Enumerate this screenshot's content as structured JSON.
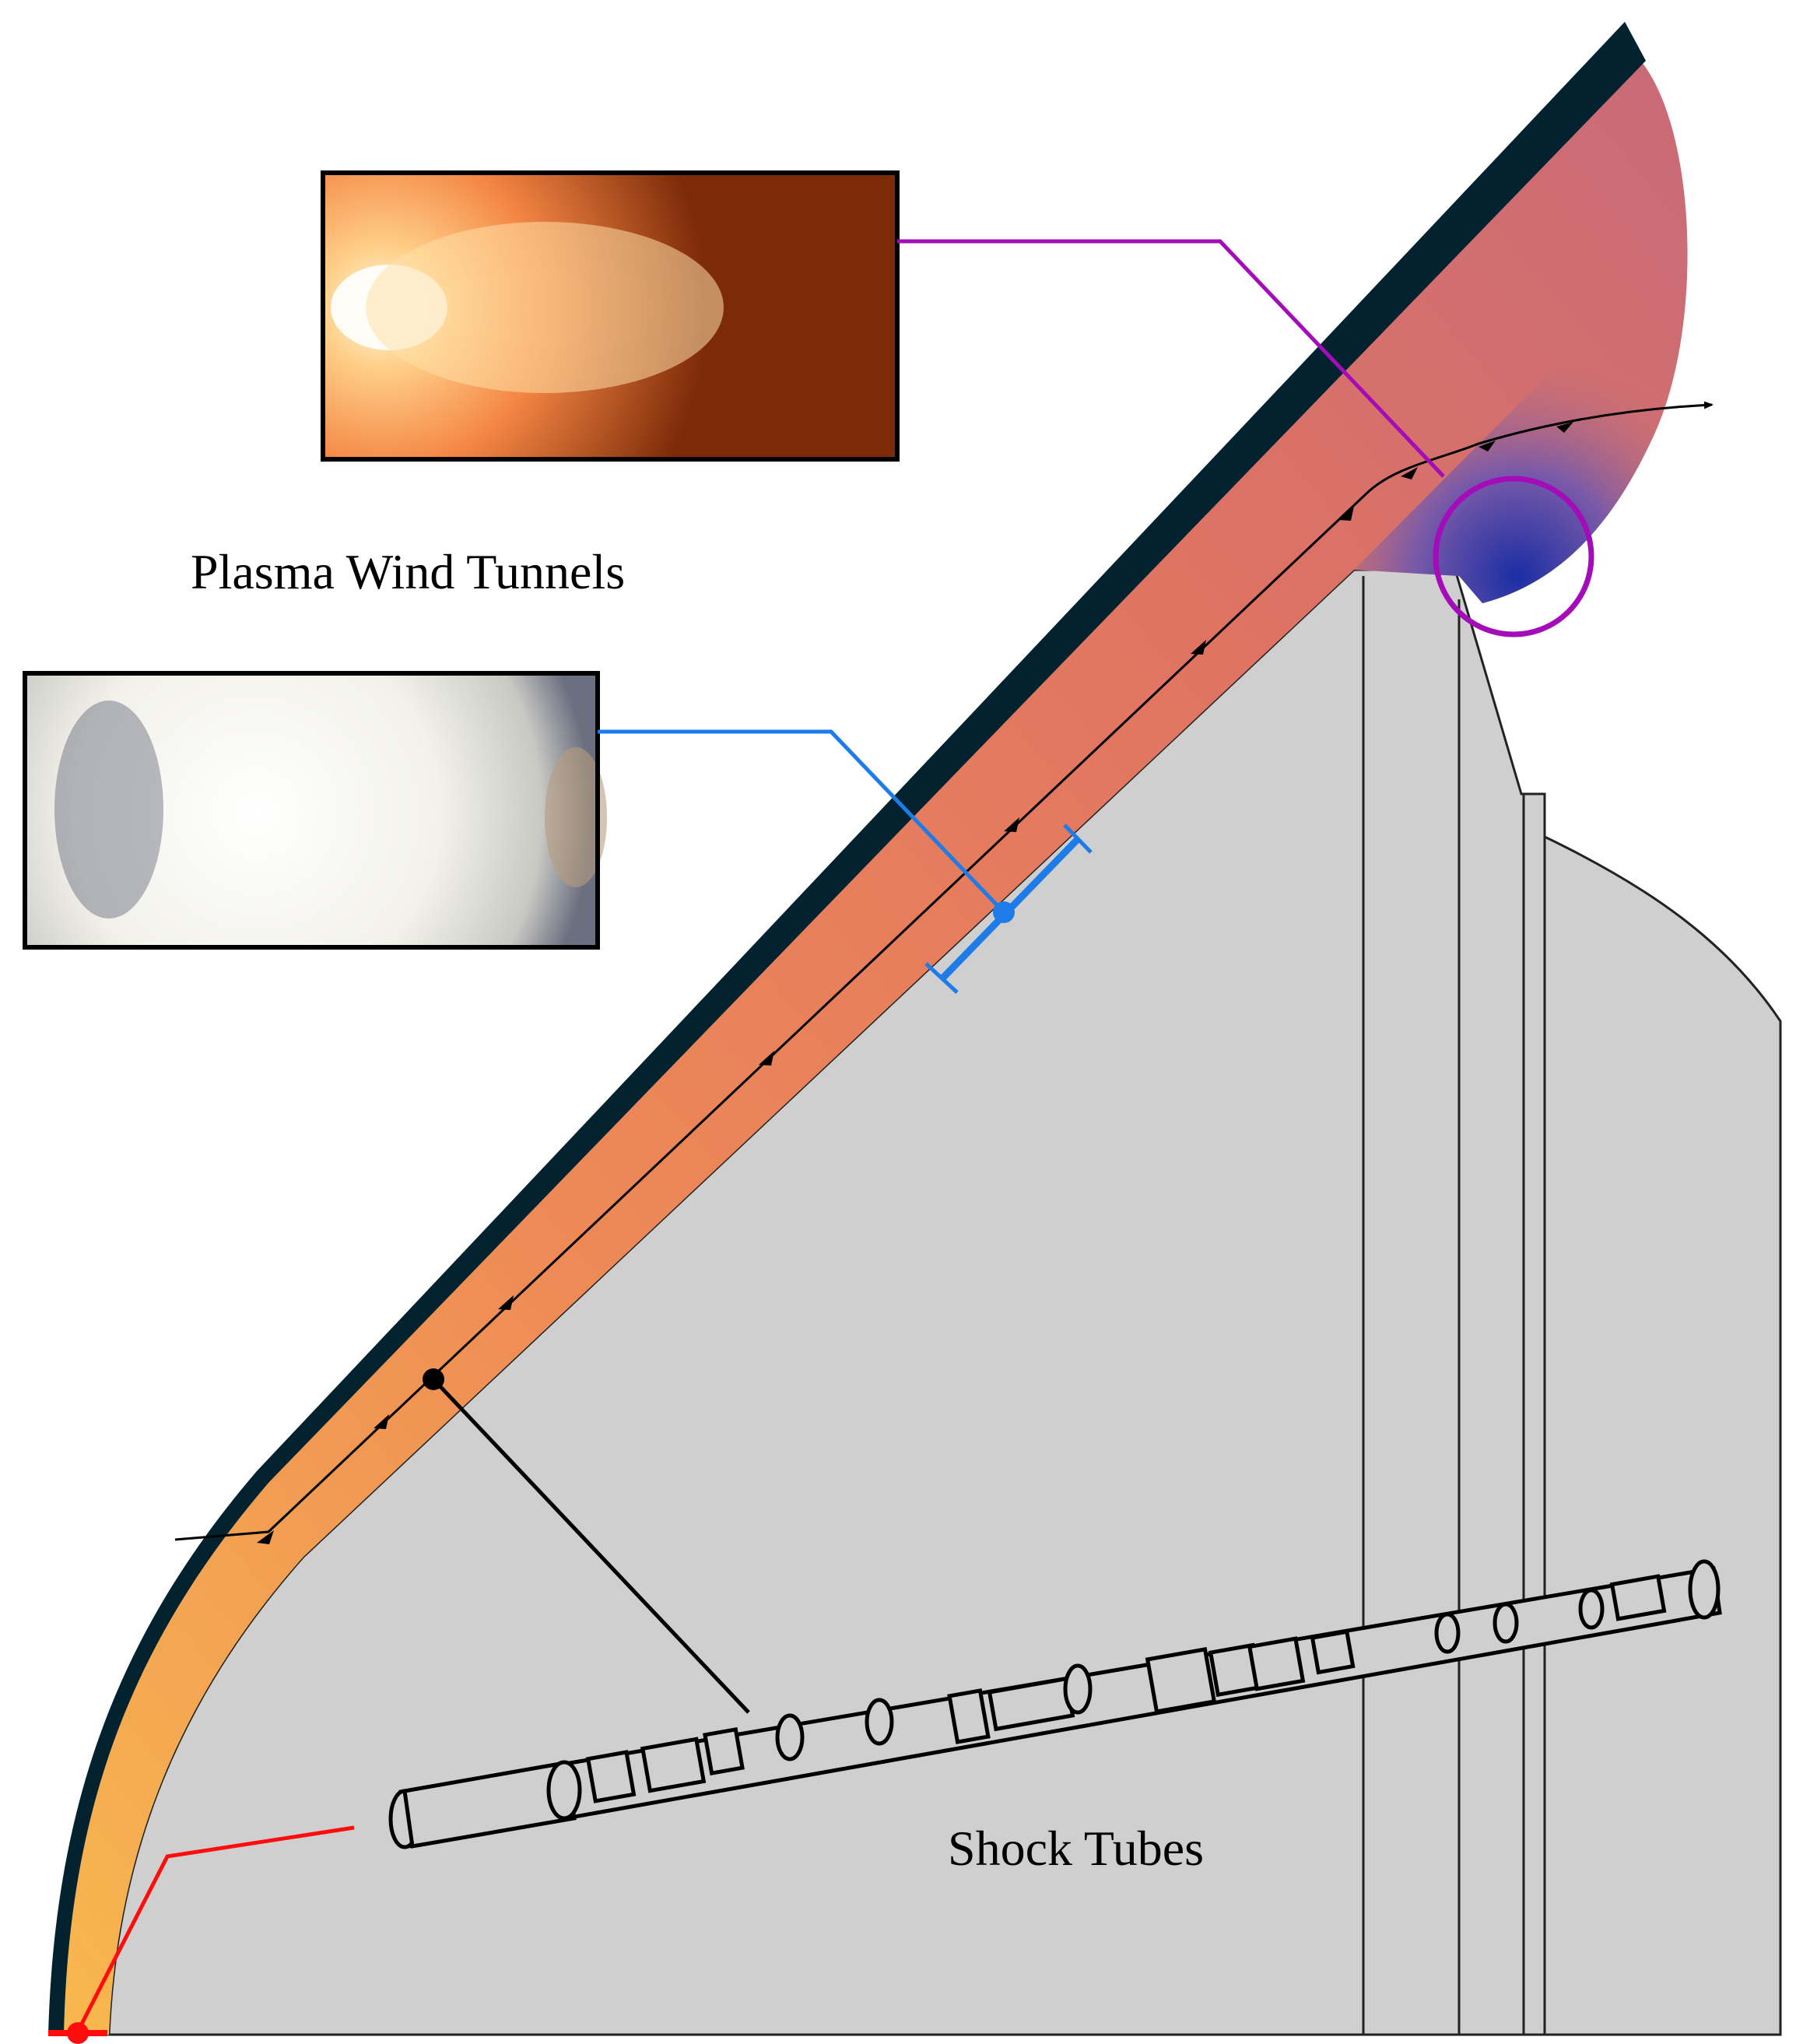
{
  "labels": {
    "plasma_wind_tunnels": "Plasma Wind Tunnels",
    "shock_tubes": "Shock Tubes"
  },
  "colors": {
    "wall_dark": "#02222f",
    "body_gray": "#cfcfcf",
    "flow_hot": "#f7b04d",
    "flow_mid": "#e07462",
    "flow_cool": "#1f2f9f",
    "purple_callout": "#a30cb8",
    "blue_callout": "#1e7ce8",
    "red_callout": "#ff0d0d",
    "black_callout": "#000000"
  },
  "icons": {
    "orange_photo": "orange-plasma-jet-photo",
    "white_photo": "white-plasma-jet-photo",
    "shock_tube": "shock-tube-apparatus-drawing"
  }
}
